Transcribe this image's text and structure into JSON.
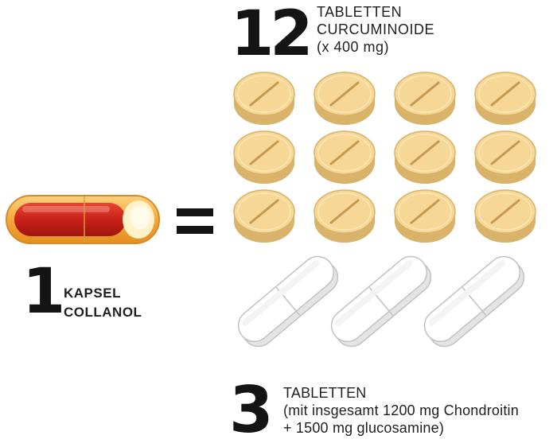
{
  "top_group": {
    "count": "12",
    "lines": [
      "TABLETTEN",
      "CURCUMINOIDE",
      "(x 400 mg)"
    ]
  },
  "left_group": {
    "count": "1",
    "lines": [
      "KAPSEL",
      "COLLANOL"
    ]
  },
  "bottom_group": {
    "count": "3",
    "lines": [
      "TABLETTEN",
      "(mit insgesamt 1200 mg Chondroitin",
      "+ 1500 mg glucosamine)"
    ]
  },
  "colors": {
    "tablet_fill": "#f7d795",
    "tablet_edge": "#d9b36a",
    "tablet_score": "#c49a52",
    "capsule_shell": "#f3b24a",
    "capsule_fill": "#c8231a",
    "caplet_fill": "#ffffff",
    "caplet_edge": "#c2c2c2"
  },
  "icons": {
    "tablet": "round-tablet-icon",
    "capsule": "softgel-capsule-icon",
    "caplet": "white-caplet-icon",
    "equals": "equals-sign-icon"
  }
}
